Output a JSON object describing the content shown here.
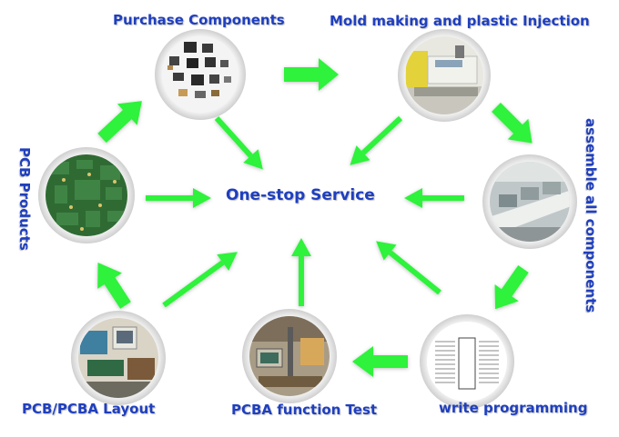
{
  "center": {
    "label": "One-stop Service"
  },
  "nodes": [
    {
      "id": "purchase",
      "label": "Purchase Components",
      "image": "electronic-components-photo"
    },
    {
      "id": "mold",
      "label": "Mold making and plastic Injection",
      "image": "injection-machine-photo"
    },
    {
      "id": "assemble",
      "label": "assemble all components",
      "image": "smt-production-line-photo"
    },
    {
      "id": "programming",
      "label": "write programming",
      "image": "chip-pinout-sheet-photo"
    },
    {
      "id": "test",
      "label": "PCBA function Test",
      "image": "test-fixture-photo"
    },
    {
      "id": "layout",
      "label": "PCB/PCBA Layout",
      "image": "engineering-workstation-photo"
    },
    {
      "id": "pcb",
      "label": "PCB Products",
      "image": "green-pcb-board-photo"
    }
  ],
  "colors": {
    "arrow": "#2ef23a",
    "label": "#1f3fbf",
    "circle_edge": "#d9d9d9"
  }
}
